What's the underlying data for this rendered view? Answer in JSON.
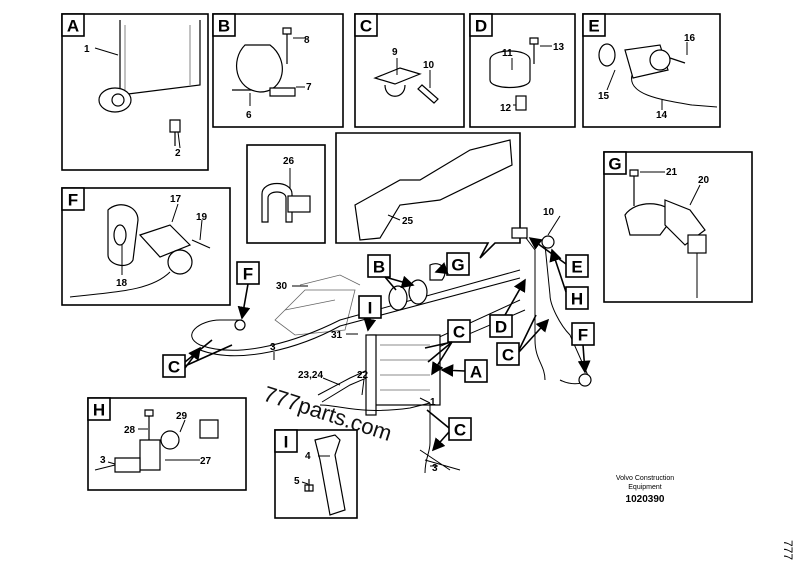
{
  "detail_boxes": {
    "A": {
      "letter": "A",
      "parts": [
        "1",
        "2"
      ]
    },
    "B": {
      "letter": "B",
      "parts": [
        "8",
        "7",
        "6"
      ]
    },
    "C": {
      "letter": "C",
      "parts": [
        "9",
        "10"
      ]
    },
    "D": {
      "letter": "D",
      "parts": [
        "11",
        "13",
        "12"
      ]
    },
    "E": {
      "letter": "E",
      "parts": [
        "16",
        "15",
        "14"
      ]
    },
    "box26": {
      "parts": [
        "26"
      ]
    },
    "box25": {
      "parts": [
        "25"
      ]
    },
    "F": {
      "letter": "F",
      "parts": [
        "17",
        "19",
        "18"
      ]
    },
    "G": {
      "letter": "G",
      "parts": [
        "21",
        "20"
      ]
    },
    "H": {
      "letter": "H",
      "parts": [
        "29",
        "28",
        "3",
        "27"
      ]
    },
    "I": {
      "letter": "I",
      "parts": [
        "4",
        "5"
      ]
    }
  },
  "main_callouts": [
    "F",
    "B",
    "G",
    "I",
    "C",
    "C",
    "A",
    "C",
    "D",
    "C",
    "E",
    "H",
    "F"
  ],
  "main_parts": [
    "10",
    "30",
    "31",
    "3",
    "23,24",
    "22",
    "1",
    "3"
  ],
  "watermark": "777parts.com",
  "edge_mark": "777",
  "footer": {
    "company": "Volvo Construction Equipment",
    "company_line1": "Volvo Construction",
    "company_line2": "Equipment",
    "drawing_number": "1020390"
  }
}
